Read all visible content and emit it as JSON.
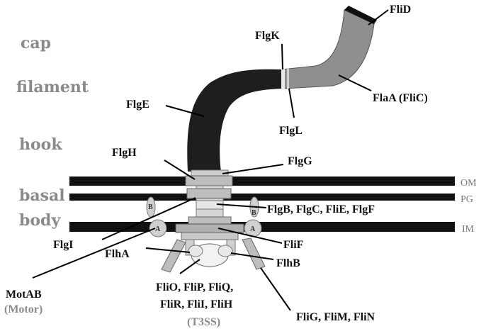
{
  "regions": {
    "cap": "cap",
    "filament": "filament",
    "hook": "hook",
    "basal": "basal",
    "body": "body"
  },
  "membranes": {
    "om": "OM",
    "pg": "PG",
    "im": "IM"
  },
  "labels": {
    "flid": "FliD",
    "flgk": "FlgK",
    "flaa": "FlaA (FliC)",
    "flge": "FlgE",
    "flgl": "FlgL",
    "flgh": "FlgH",
    "flgg": "FlgG",
    "flgbcef": "FlgB, FlgC, FliE, FlgF",
    "flgi": "FlgI",
    "flif": "FliF",
    "flha": "FlhA",
    "flhb": "FlhB",
    "motab": "MotAB",
    "motor": "(Motor)",
    "t3ss_line1": "FliO, FliP, FliQ,",
    "t3ss_line2": "FliR, FliI, FliH",
    "t3ss": "(T3SS)",
    "c_ring": "FliG, FliM, FliN"
  },
  "markers": {
    "a_left": "A",
    "a_right": "A",
    "b_left": "B",
    "b_right": "B"
  },
  "colors": {
    "membrane": "#111111",
    "hook": "#222222",
    "filament": "#8f8f8f",
    "region_text": "#8a8a8a"
  }
}
